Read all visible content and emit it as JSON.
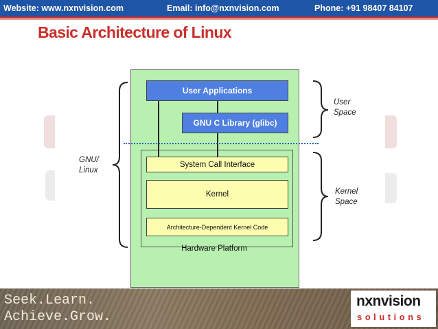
{
  "header": {
    "website": "Website: www.nxnvision.com",
    "email": "Email: info@nxnvision.com",
    "phone": "Phone: +91 98407 84107"
  },
  "slide": {
    "title": "Basic Architecture of Linux"
  },
  "diagram": {
    "boxes": {
      "user_applications": "User Applications",
      "glibc": "GNU C Library (glibc)",
      "system_call_interface": "System Call Interface",
      "kernel": "Kernel",
      "arch_kernel_code": "Architecture-Dependent Kernel Code",
      "hardware_platform": "Hardware Platform"
    },
    "labels": {
      "gnu_linux_line1": "GNU/",
      "gnu_linux_line2": "Linux",
      "user_space_line1": "User",
      "user_space_line2": "Space",
      "kernel_space_line1": "Kernel",
      "kernel_space_line2": "Space"
    }
  },
  "footer": {
    "slogan_line1": "Seek.Learn.",
    "slogan_line2": "Achieve.Grow.",
    "logo_main": "nxnvision",
    "logo_sub": "solutions"
  },
  "colors": {
    "topbar": "#1f55a6",
    "title": "#c9302c",
    "blue_box": "#4f7fe0",
    "yellow_box": "#fdfdb0",
    "green_area": "#b8f0b0"
  }
}
